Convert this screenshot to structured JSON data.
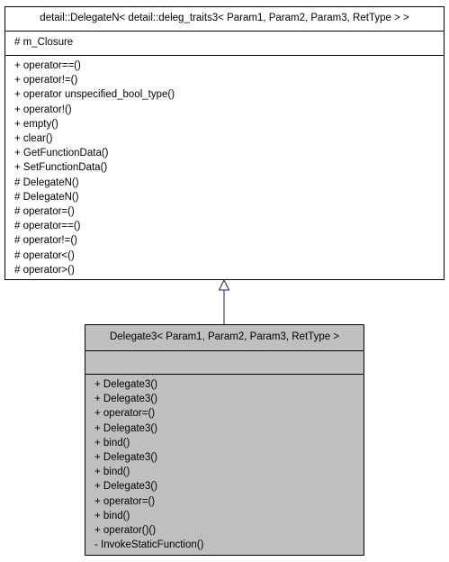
{
  "base_class": {
    "title": "detail::DelegateN< detail::deleg_traits3< Param1, Param2, Param3, RetType > >",
    "attributes": [
      "# m_Closure"
    ],
    "methods": [
      "+ operator==()",
      "+ operator!=()",
      "+ operator unspecified_bool_type()",
      "+ operator!()",
      "+ empty()",
      "+ clear()",
      "+ GetFunctionData()",
      "+ SetFunctionData()",
      "# DelegateN()",
      "# DelegateN()",
      "# operator=()",
      "# operator==()",
      "# operator!=()",
      "# operator<()",
      "# operator>()"
    ]
  },
  "derived_class": {
    "title": "Delegate3< Param1, Param2, Param3, RetType >",
    "attributes": [],
    "methods": [
      "+ Delegate3()",
      "+ Delegate3()",
      "+ operator=()",
      "+ Delegate3()",
      "+ bind()",
      "+ Delegate3()",
      "+ bind()",
      "+ Delegate3()",
      "+ operator=()",
      "+ bind()",
      "+ operator()()",
      "- InvokeStaticFunction()"
    ]
  },
  "colors": {
    "base_fill": "#ffffff",
    "derived_fill": "#bfbfbf",
    "arrow": "#191970"
  },
  "relationship": "inheritance"
}
